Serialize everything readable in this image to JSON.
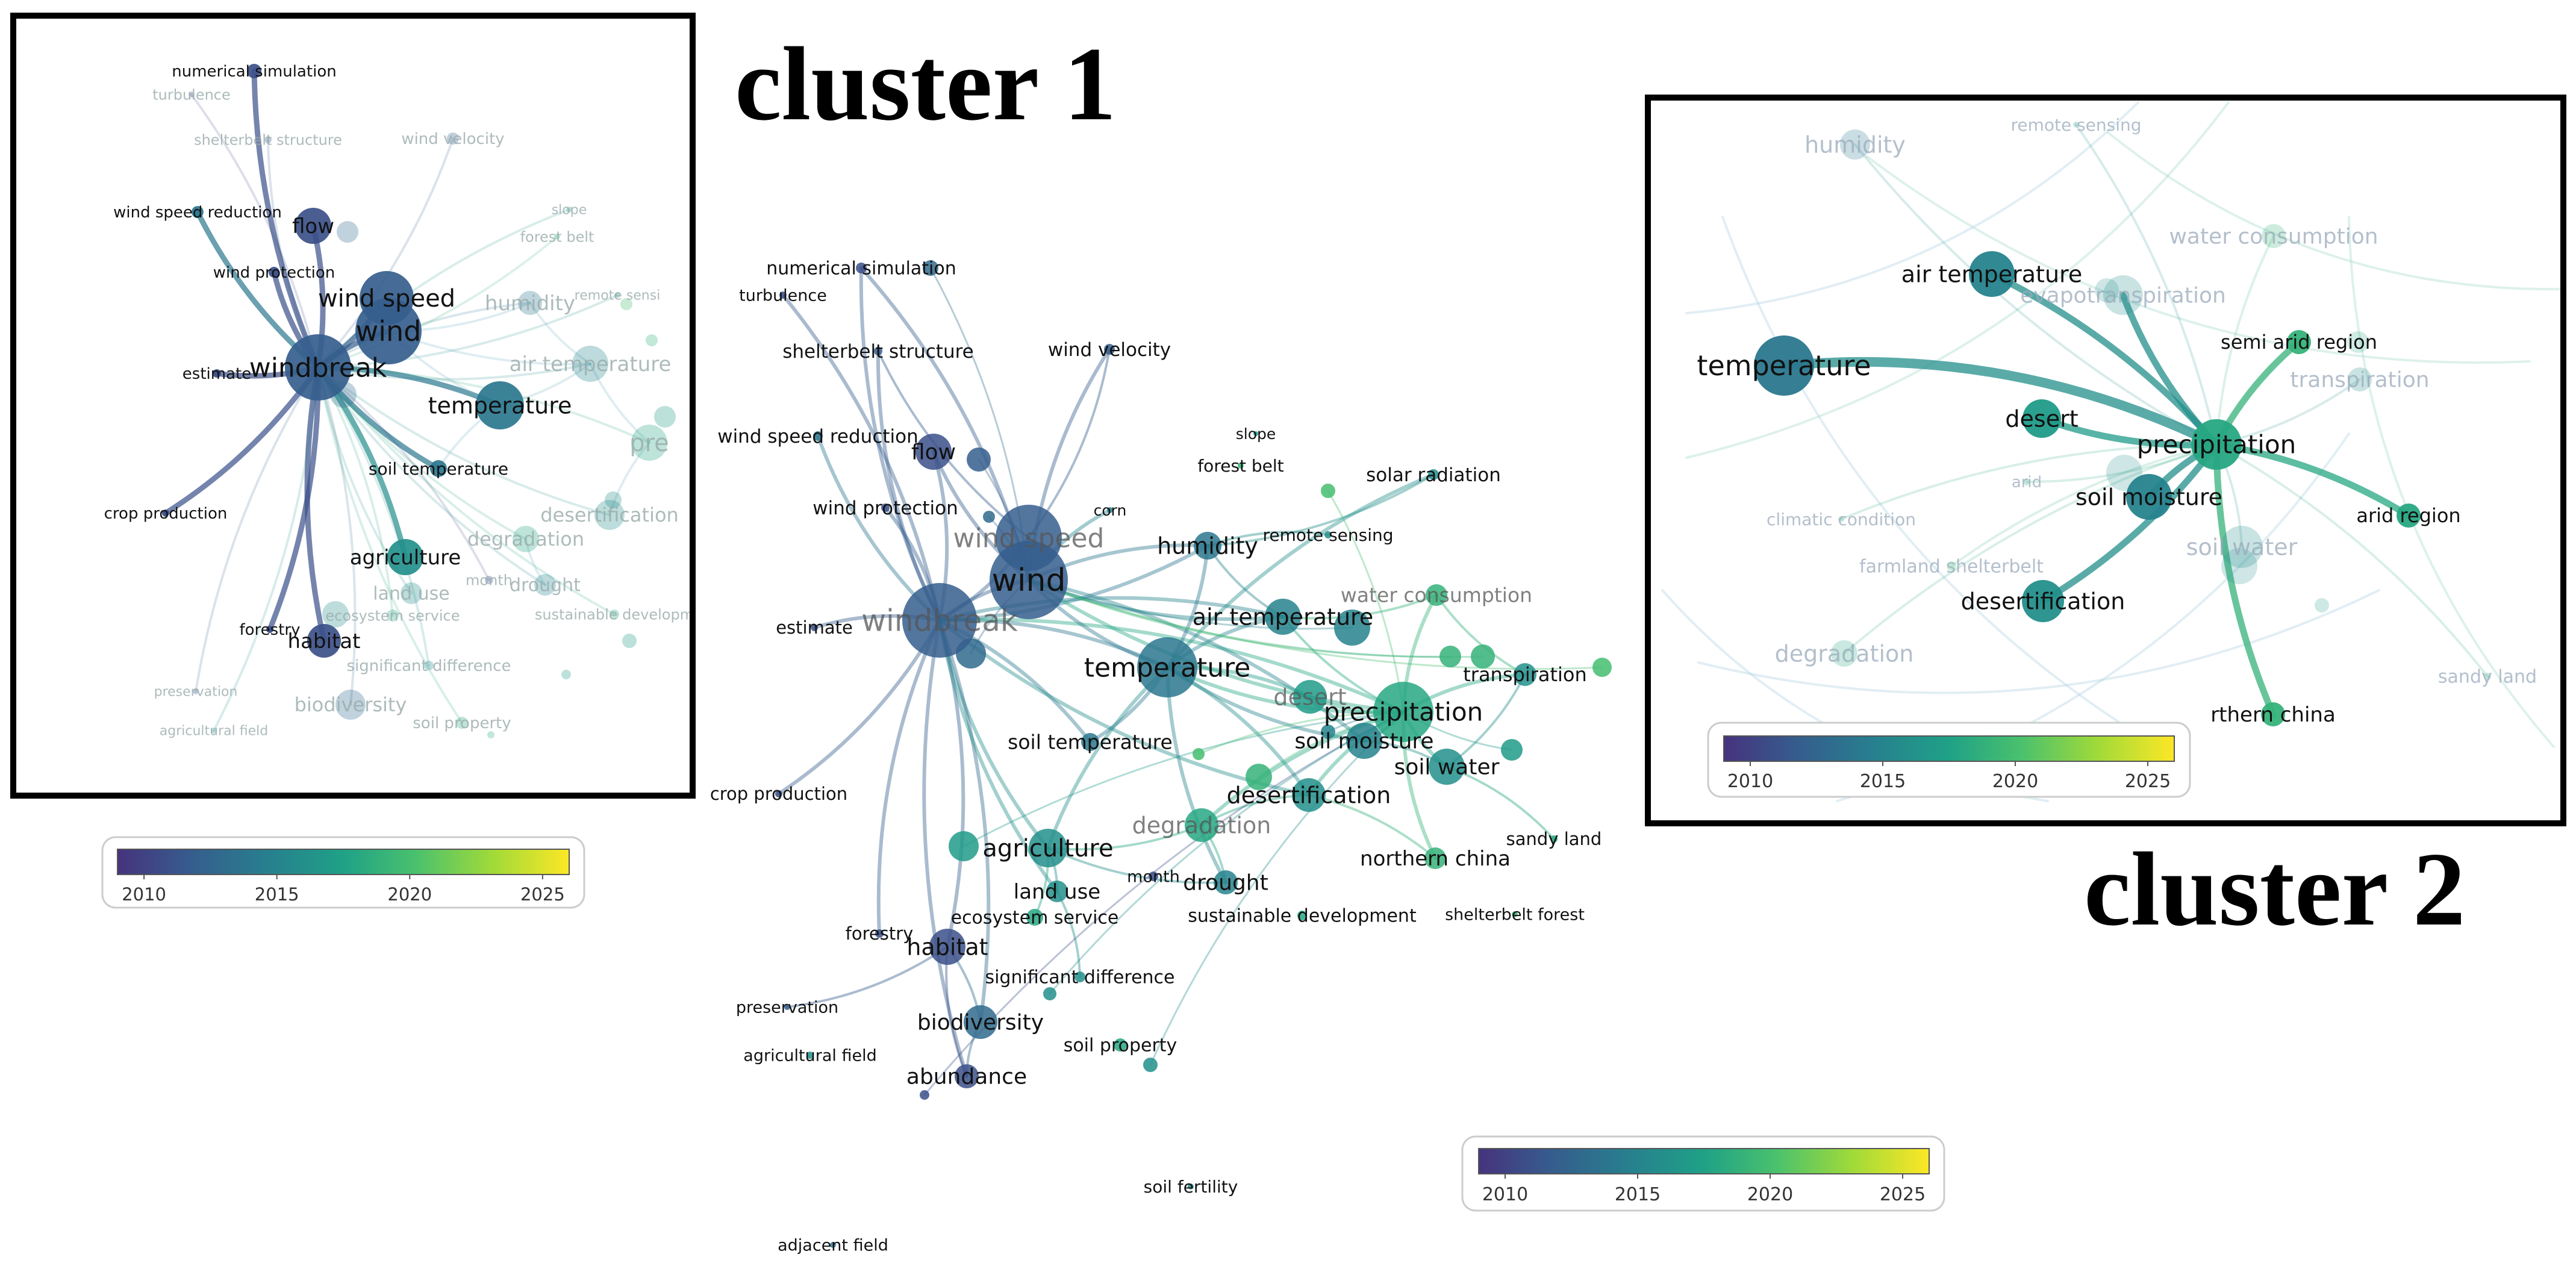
{
  "titles": {
    "cluster1": "cluster 1",
    "cluster2": "cluster 2"
  },
  "color_scale": {
    "ticks": [
      "2010",
      "2015",
      "2020",
      "2025"
    ],
    "stops": [
      "#46337e",
      "#365c8d",
      "#277f8e",
      "#1fa187",
      "#4ac16d",
      "#a0da39",
      "#fde725"
    ]
  },
  "main_network": {
    "nodes": [
      {
        "id": "numerical simulation",
        "label": "numerical simulation",
        "year": 2011
      },
      {
        "id": "turbulence",
        "label": "turbulence",
        "year": 2011
      },
      {
        "id": "shelterbelt structure",
        "label": "shelterbelt structure",
        "year": 2012
      },
      {
        "id": "wind velocity",
        "label": "wind velocity",
        "year": 2012
      },
      {
        "id": "wind speed reduction",
        "label": "wind speed reduction",
        "year": 2014
      },
      {
        "id": "flow",
        "label": "flow",
        "year": 2011
      },
      {
        "id": "slope",
        "label": "slope",
        "year": 2017
      },
      {
        "id": "forest belt",
        "label": "forest belt",
        "year": 2019
      },
      {
        "id": "solar radiation",
        "label": "solar radiation",
        "year": 2016
      },
      {
        "id": "corn",
        "label": "corn",
        "year": 2015
      },
      {
        "id": "wind protection",
        "label": "wind protection",
        "year": 2011
      },
      {
        "id": "wind speed",
        "label": "wind speed",
        "year": 2012
      },
      {
        "id": "remote sensing",
        "label": "remote sensing",
        "year": 2016
      },
      {
        "id": "humidity",
        "label": "humidity",
        "year": 2014
      },
      {
        "id": "wind",
        "label": "wind",
        "year": 2012
      },
      {
        "id": "estimate",
        "label": "estimate",
        "year": 2011
      },
      {
        "id": "windbreak",
        "label": "windbreak",
        "year": 2012
      },
      {
        "id": "water consumption",
        "label": "water consumption",
        "year": 2019
      },
      {
        "id": "air temperature",
        "label": "air temperature",
        "year": 2015
      },
      {
        "id": "temperature",
        "label": "temperature",
        "year": 2014
      },
      {
        "id": "transpiration",
        "label": "transpiration",
        "year": 2016
      },
      {
        "id": "desert",
        "label": "desert",
        "year": 2017
      },
      {
        "id": "precipitation",
        "label": "precipitation",
        "year": 2018
      },
      {
        "id": "soil moisture",
        "label": "soil moisture",
        "year": 2015
      },
      {
        "id": "soil temperature",
        "label": "soil temperature",
        "year": 2014
      },
      {
        "id": "soil water",
        "label": "soil water",
        "year": 2016
      },
      {
        "id": "crop production",
        "label": "crop production",
        "year": 2011
      },
      {
        "id": "desertification",
        "label": "desertification",
        "year": 2016
      },
      {
        "id": "northern china",
        "label": "northern china",
        "year": 2019
      },
      {
        "id": "sandy land",
        "label": "sandy land",
        "year": 2018
      },
      {
        "id": "degradation",
        "label": "degradation",
        "year": 2018
      },
      {
        "id": "agriculture",
        "label": "agriculture",
        "year": 2016
      },
      {
        "id": "drought",
        "label": "drought",
        "year": 2015
      },
      {
        "id": "month",
        "label": "month",
        "year": 2011
      },
      {
        "id": "land use",
        "label": "land use",
        "year": 2016
      },
      {
        "id": "ecosystem service",
        "label": "ecosystem service",
        "year": 2018
      },
      {
        "id": "sustainable development",
        "label": "sustainable development",
        "year": 2018
      },
      {
        "id": "shelterbelt forest",
        "label": "shelterbelt forest",
        "year": 2019
      },
      {
        "id": "forestry",
        "label": "forestry",
        "year": 2011
      },
      {
        "id": "habitat",
        "label": "habitat",
        "year": 2011
      },
      {
        "id": "significant difference",
        "label": "significant difference",
        "year": 2016
      },
      {
        "id": "preservation",
        "label": "preservation",
        "year": 2012
      },
      {
        "id": "biodiversity",
        "label": "biodiversity",
        "year": 2013
      },
      {
        "id": "soil property",
        "label": "soil property",
        "year": 2018
      },
      {
        "id": "agricultural field",
        "label": "agricultural field",
        "year": 2016
      },
      {
        "id": "abundance",
        "label": "abundance",
        "year": 2011
      },
      {
        "id": "soil fertility",
        "label": "soil fertility",
        "year": 2016
      },
      {
        "id": "adjacent field",
        "label": "adjacent field",
        "year": 2014
      }
    ],
    "links": [
      [
        "windbreak",
        "wind"
      ],
      [
        "windbreak",
        "wind speed"
      ],
      [
        "windbreak",
        "temperature"
      ],
      [
        "windbreak",
        "flow"
      ],
      [
        "windbreak",
        "wind speed reduction"
      ],
      [
        "windbreak",
        "wind protection"
      ],
      [
        "windbreak",
        "numerical simulation"
      ],
      [
        "windbreak",
        "turbulence"
      ],
      [
        "windbreak",
        "shelterbelt structure"
      ],
      [
        "windbreak",
        "estimate"
      ],
      [
        "windbreak",
        "crop production"
      ],
      [
        "windbreak",
        "agriculture"
      ],
      [
        "windbreak",
        "habitat"
      ],
      [
        "windbreak",
        "forestry"
      ],
      [
        "windbreak",
        "biodiversity"
      ],
      [
        "windbreak",
        "abundance"
      ],
      [
        "windbreak",
        "soil temperature"
      ],
      [
        "windbreak",
        "humidity"
      ],
      [
        "windbreak",
        "air temperature"
      ],
      [
        "windbreak",
        "desertification"
      ],
      [
        "windbreak",
        "precipitation"
      ],
      [
        "windbreak",
        "land use"
      ],
      [
        "wind",
        "wind velocity"
      ],
      [
        "wind",
        "temperature"
      ],
      [
        "wind",
        "humidity"
      ],
      [
        "wind",
        "air temperature"
      ],
      [
        "wind",
        "flow"
      ],
      [
        "wind",
        "numerical simulation"
      ],
      [
        "wind speed",
        "shelterbelt structure"
      ],
      [
        "wind speed",
        "wind velocity"
      ],
      [
        "wind",
        "soil moisture"
      ],
      [
        "wind",
        "precipitation"
      ],
      [
        "wind",
        "corn"
      ],
      [
        "temperature",
        "precipitation"
      ],
      [
        "temperature",
        "air temperature"
      ],
      [
        "temperature",
        "humidity"
      ],
      [
        "temperature",
        "soil temperature"
      ],
      [
        "temperature",
        "soil moisture"
      ],
      [
        "temperature",
        "desertification"
      ],
      [
        "temperature",
        "agriculture"
      ],
      [
        "temperature",
        "desert"
      ],
      [
        "temperature",
        "drought"
      ],
      [
        "temperature",
        "solar radiation"
      ],
      [
        "air temperature",
        "precipitation"
      ],
      [
        "air temperature",
        "humidity"
      ],
      [
        "air temperature",
        "water consumption"
      ],
      [
        "precipitation",
        "desert"
      ],
      [
        "precipitation",
        "desertification"
      ],
      [
        "precipitation",
        "soil moisture"
      ],
      [
        "precipitation",
        "soil water"
      ],
      [
        "precipitation",
        "transpiration"
      ],
      [
        "precipitation",
        "northern china"
      ],
      [
        "precipitation",
        "water consumption"
      ],
      [
        "precipitation",
        "degradation"
      ],
      [
        "soil water",
        "sandy land"
      ],
      [
        "soil water",
        "transpiration"
      ],
      [
        "desertification",
        "northern china"
      ],
      [
        "desertification",
        "degradation"
      ],
      [
        "agriculture",
        "land use"
      ],
      [
        "agriculture",
        "drought"
      ],
      [
        "agriculture",
        "ecosystem service"
      ],
      [
        "agriculture",
        "degradation"
      ],
      [
        "habitat",
        "biodiversity"
      ],
      [
        "habitat",
        "abundance"
      ],
      [
        "habitat",
        "preservation"
      ],
      [
        "humidity",
        "solar radiation"
      ],
      [
        "humidity",
        "remote sensing"
      ],
      [
        "water consumption",
        "transpiration"
      ],
      [
        "soil moisture",
        "soil water"
      ],
      [
        "drought",
        "degradation"
      ],
      [
        "land use",
        "significant difference"
      ],
      [
        "biodiversity",
        "abundance"
      ]
    ]
  },
  "inset_cluster1": {
    "nodes": [
      {
        "label": "numerical simulation",
        "year": 2011,
        "faded": false
      },
      {
        "label": "turbulence",
        "year": 2011,
        "faded": true
      },
      {
        "label": "shelterbelt structure",
        "year": 2012,
        "faded": true
      },
      {
        "label": "wind velocity",
        "year": 2012,
        "faded": true
      },
      {
        "label": "wind speed reduction",
        "year": 2014,
        "faded": false
      },
      {
        "label": "flow",
        "year": 2011,
        "faded": false
      },
      {
        "label": "slope",
        "year": 2017,
        "faded": true
      },
      {
        "label": "forest belt",
        "year": 2019,
        "faded": true
      },
      {
        "label": "wind protection",
        "year": 2011,
        "faded": false
      },
      {
        "label": "wind speed",
        "year": 2012,
        "faded": false
      },
      {
        "label": "humidity",
        "year": 2014,
        "faded": true
      },
      {
        "label": "remote sensi",
        "year": 2016,
        "faded": true
      },
      {
        "label": "wind",
        "year": 2012,
        "faded": false
      },
      {
        "label": "windbreak",
        "year": 2012,
        "faded": false
      },
      {
        "label": "estimate",
        "year": 2011,
        "faded": false
      },
      {
        "label": "air temperature",
        "year": 2015,
        "faded": true
      },
      {
        "label": "temperature",
        "year": 2014,
        "faded": false
      },
      {
        "label": "soil temperature",
        "year": 2014,
        "faded": false
      },
      {
        "label": "pre",
        "year": 2018,
        "faded": true
      },
      {
        "label": "desertification",
        "year": 2016,
        "faded": true
      },
      {
        "label": "crop production",
        "year": 2011,
        "faded": false
      },
      {
        "label": "degradation",
        "year": 2018,
        "faded": true
      },
      {
        "label": "agriculture",
        "year": 2016,
        "faded": false
      },
      {
        "label": "land use",
        "year": 2016,
        "faded": true
      },
      {
        "label": "month",
        "year": 2011,
        "faded": true
      },
      {
        "label": "drought",
        "year": 2015,
        "faded": true
      },
      {
        "label": "ecosystem service",
        "year": 2018,
        "faded": true
      },
      {
        "label": "sustainable developm",
        "year": 2018,
        "faded": true
      },
      {
        "label": "forestry",
        "year": 2011,
        "faded": false
      },
      {
        "label": "habitat",
        "year": 2011,
        "faded": false
      },
      {
        "label": "significant difference",
        "year": 2016,
        "faded": true
      },
      {
        "label": "preservation",
        "year": 2012,
        "faded": true
      },
      {
        "label": "biodiversity",
        "year": 2013,
        "faded": true
      },
      {
        "label": "soil property",
        "year": 2018,
        "faded": true
      },
      {
        "label": "agricultural field",
        "year": 2016,
        "faded": true
      }
    ]
  },
  "inset_cluster2": {
    "nodes": [
      {
        "label": "humidity",
        "year": 2014,
        "faded": true
      },
      {
        "label": "remote sensing",
        "year": 2016,
        "faded": true
      },
      {
        "label": "water consumption",
        "year": 2019,
        "faded": true
      },
      {
        "label": "air temperature",
        "year": 2015,
        "faded": false
      },
      {
        "label": "evapotranspiration",
        "year": 2016,
        "faded": true
      },
      {
        "label": "temperature",
        "year": 2014,
        "faded": false
      },
      {
        "label": "semi arid region",
        "year": 2019,
        "faded": false
      },
      {
        "label": "transpiration",
        "year": 2016,
        "faded": true
      },
      {
        "label": "desert",
        "year": 2017,
        "faded": false
      },
      {
        "label": "precipitation",
        "year": 2018,
        "faded": false
      },
      {
        "label": "arid",
        "year": 2018,
        "faded": true
      },
      {
        "label": "soil moisture",
        "year": 2015,
        "faded": false
      },
      {
        "label": "arid region",
        "year": 2018,
        "faded": false
      },
      {
        "label": "climatic condition",
        "year": 2018,
        "faded": true
      },
      {
        "label": "soil water",
        "year": 2016,
        "faded": true
      },
      {
        "label": "farmland shelterbelt",
        "year": 2019,
        "faded": true
      },
      {
        "label": "desertification",
        "year": 2016,
        "faded": false
      },
      {
        "label": "degradation",
        "year": 2018,
        "faded": true
      },
      {
        "label": "sandy land",
        "year": 2018,
        "faded": true
      },
      {
        "label": "rthern china",
        "year": 2019,
        "faded": false
      }
    ]
  }
}
